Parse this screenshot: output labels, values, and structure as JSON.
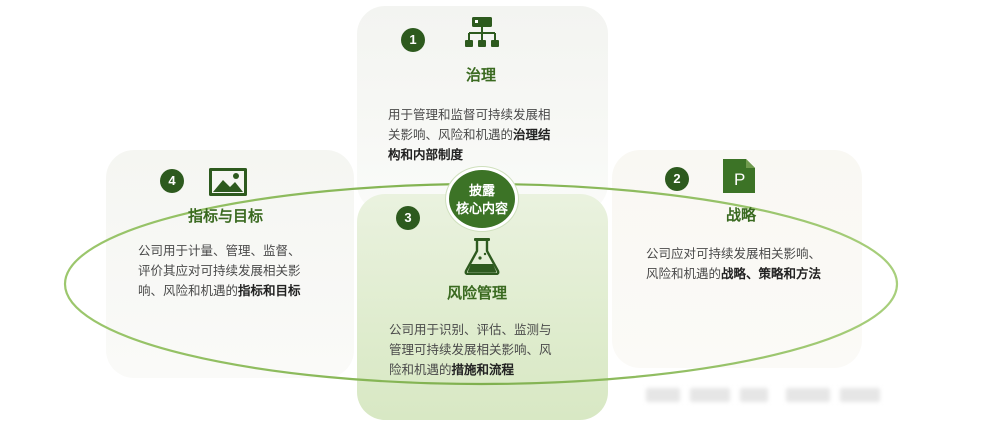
{
  "center": {
    "line1": "披露",
    "line2": "核心内容"
  },
  "cards": {
    "governance": {
      "number": "1",
      "title": "治理",
      "icon": "org-chart-icon",
      "desc_lines": [
        "用于管理和监督可持续发展相",
        "关影响、风险和机遇的"
      ],
      "desc_bold_1": "治理结",
      "desc_bold_2": "构和内部制度"
    },
    "strategy": {
      "number": "2",
      "title": "战略",
      "icon": "document-p-icon",
      "desc_line1": "公司应对可持续发展相关影响、",
      "desc_line2": "风险和机遇的",
      "desc_bold": "战略、策略和方法"
    },
    "risk": {
      "number": "3",
      "title": "风险管理",
      "icon": "flask-icon",
      "desc_line1": "公司用于识别、评估、监测与",
      "desc_line2": "管理可持续发展相关影响、风",
      "desc_line3": "险和机遇的",
      "desc_bold": "措施和流程"
    },
    "metrics": {
      "number": "4",
      "title": "指标与目标",
      "icon": "image-icon",
      "desc_line1": "公司用于计量、管理、监督、",
      "desc_line2": "评价其应对可持续发展相关影",
      "desc_line3": "响、风险和机遇的",
      "desc_bold": "指标和目标"
    }
  },
  "colors": {
    "dark_green": "#2d5a1e",
    "accent_green": "#3c7326",
    "ellipse": "#8fbf5e"
  }
}
